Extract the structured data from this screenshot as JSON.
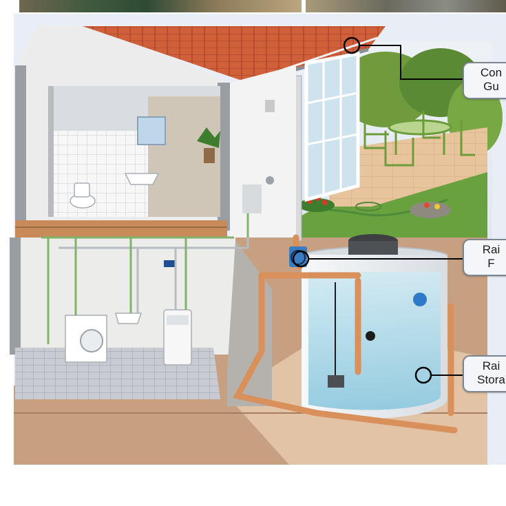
{
  "callouts": [
    {
      "name": "callout-gutter",
      "lines": [
        "Con",
        "Gu"
      ]
    },
    {
      "name": "callout-filter",
      "lines": [
        "Rai",
        "F"
      ]
    },
    {
      "name": "callout-tank",
      "lines": [
        "Rai",
        "Stora"
      ]
    }
  ],
  "colors": {
    "roof": "#c9552f",
    "wall": "#e6e6e6",
    "soil": "#b58a6a",
    "pipe": "#d9905a",
    "water": "#9fd3e6",
    "tank": "#f1f4f6",
    "lawn": "#6aa13f",
    "patio": "#e7c49c",
    "callout_border": "#7d858f"
  }
}
